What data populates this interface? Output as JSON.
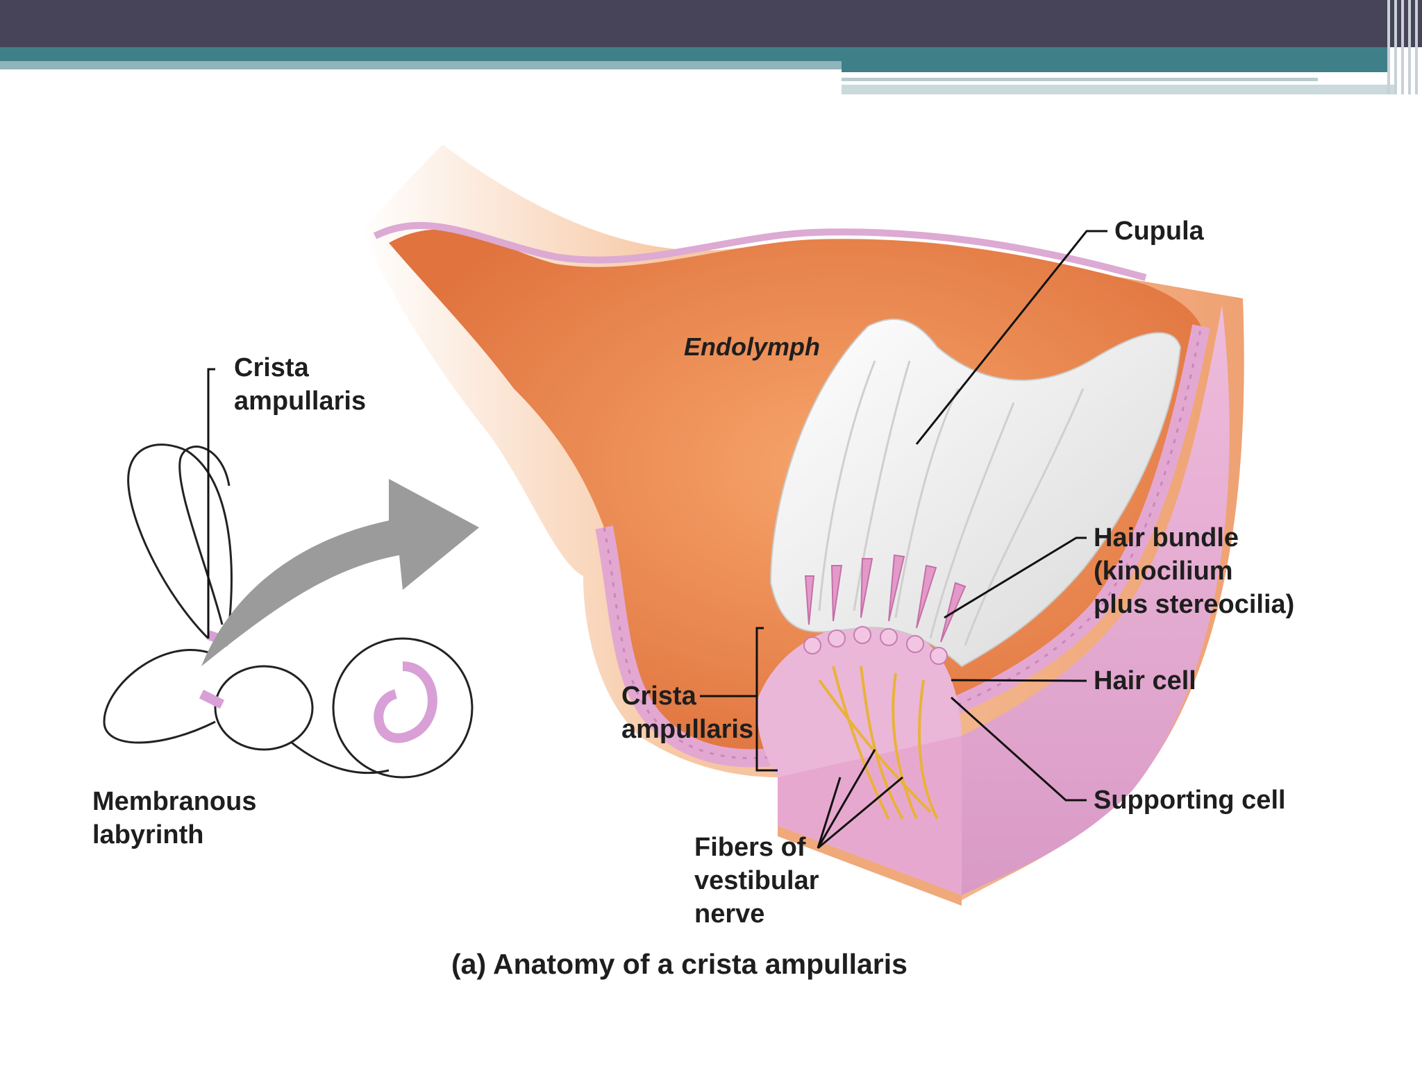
{
  "labels": {
    "crista_left_1": "Crista",
    "crista_left_2": "ampullaris",
    "membranous_1": "Membranous",
    "membranous_2": "labyrinth",
    "endolymph": "Endolymph",
    "cupula": "Cupula",
    "hair_bundle_1": "Hair bundle",
    "hair_bundle_2": "(kinocilium",
    "hair_bundle_3": "plus stereocilia)",
    "hair_cell": "Hair cell",
    "supporting_cell": "Supporting cell",
    "crista_mid_1": "Crista",
    "crista_mid_2": "ampullaris",
    "fibers_1": "Fibers of",
    "fibers_2": "vestibular",
    "fibers_3": "nerve"
  },
  "caption": "(a) Anatomy of a crista ampullaris",
  "colors": {
    "header": "#474459",
    "accent_teal": "#3f8088",
    "endolymph": "#e87a48",
    "wall": "#f4b58a",
    "epithelium": "#e8b4d8",
    "cupula": "#f2f2f2",
    "nerve_fibers": "#e9b23a",
    "arrow": "#9b9b9b",
    "labyrinth_accent": "#d8a0d6"
  }
}
